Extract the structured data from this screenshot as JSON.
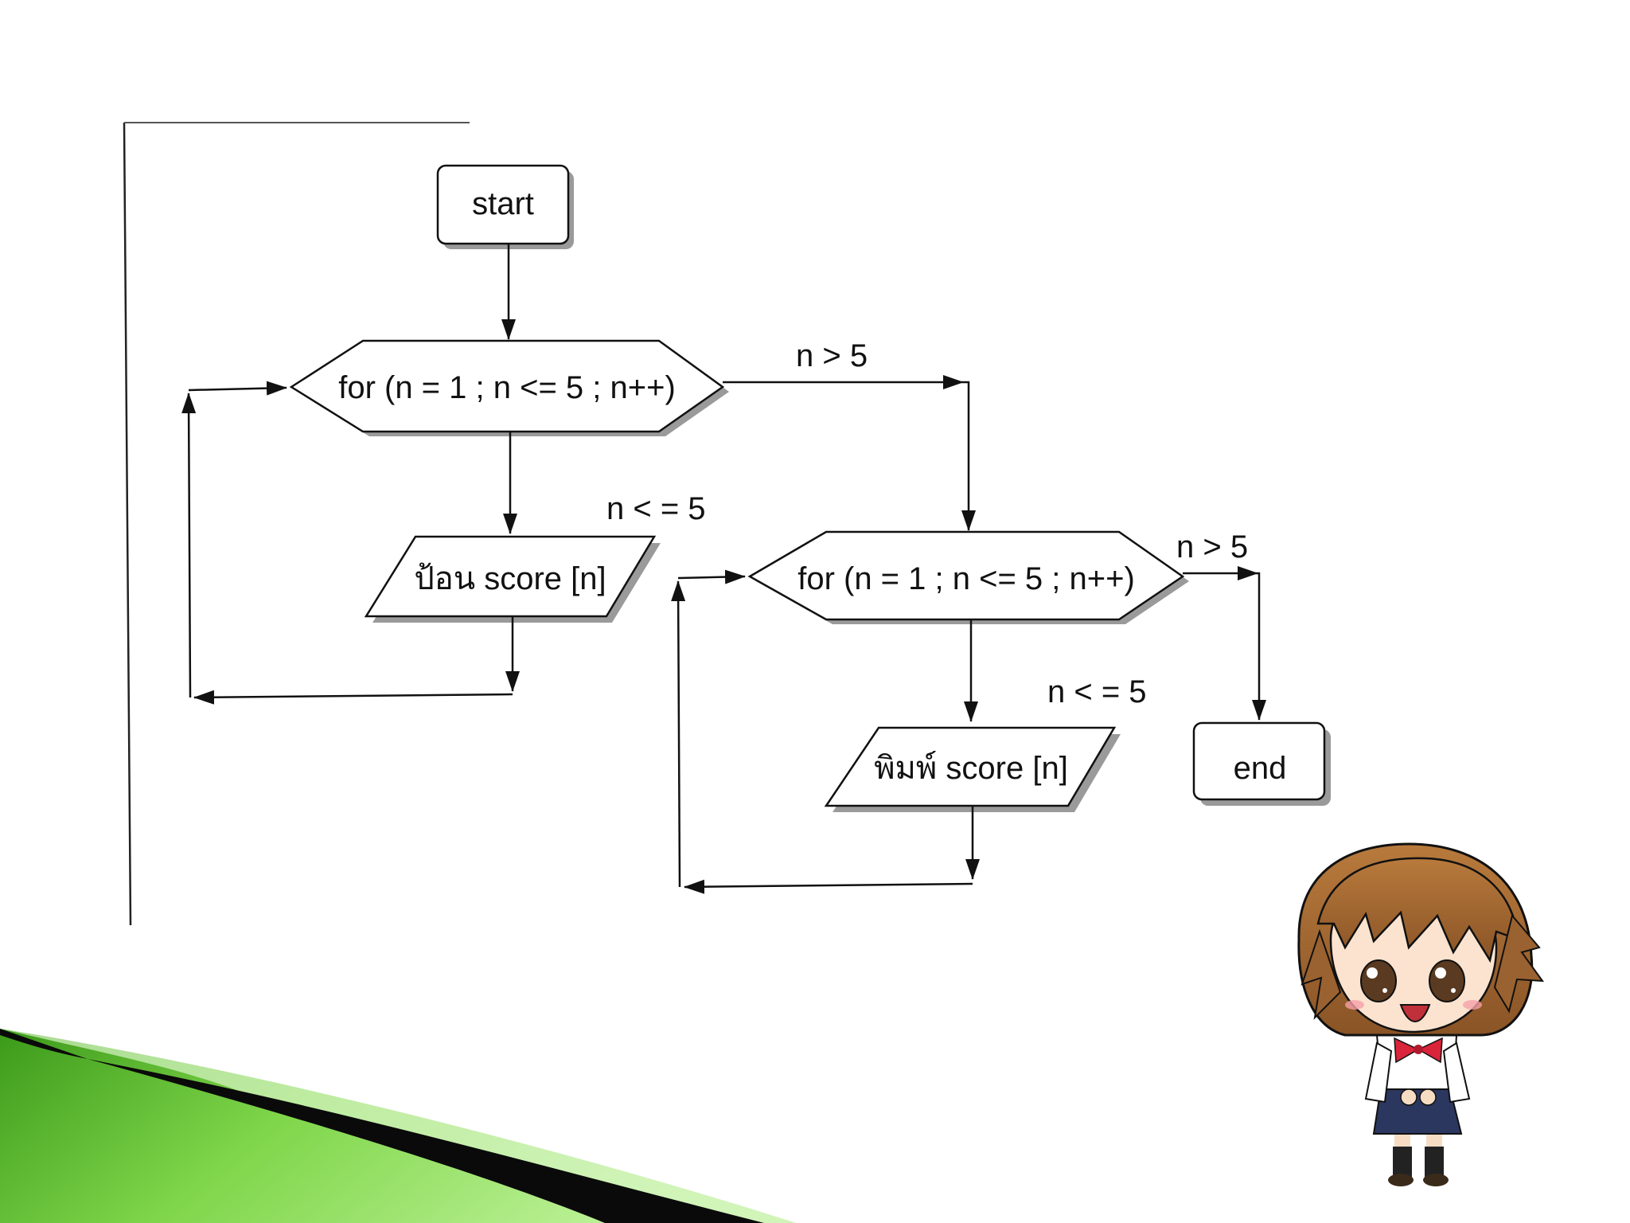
{
  "slide": {
    "accent_colors": {
      "green_light": "#9be86a",
      "green_dark": "#3c9a1a",
      "black_band": "#0a0a0a"
    }
  },
  "flowchart": {
    "nodes": {
      "start": "start",
      "loop1": "for (n = 1 ; n <= 5 ; n++)",
      "input": "ป้อน score [n]",
      "loop2": "for (n = 1 ; n <= 5 ; n++)",
      "print": "พิมพ์ score [n]",
      "end": "end"
    },
    "edge_labels": {
      "loop1_exit": "n > 5",
      "loop1_body": "n < = 5",
      "loop2_exit": "n > 5",
      "loop2_body": "n < = 5"
    }
  },
  "illustration": {
    "icon": "anime-girl-mascot"
  }
}
